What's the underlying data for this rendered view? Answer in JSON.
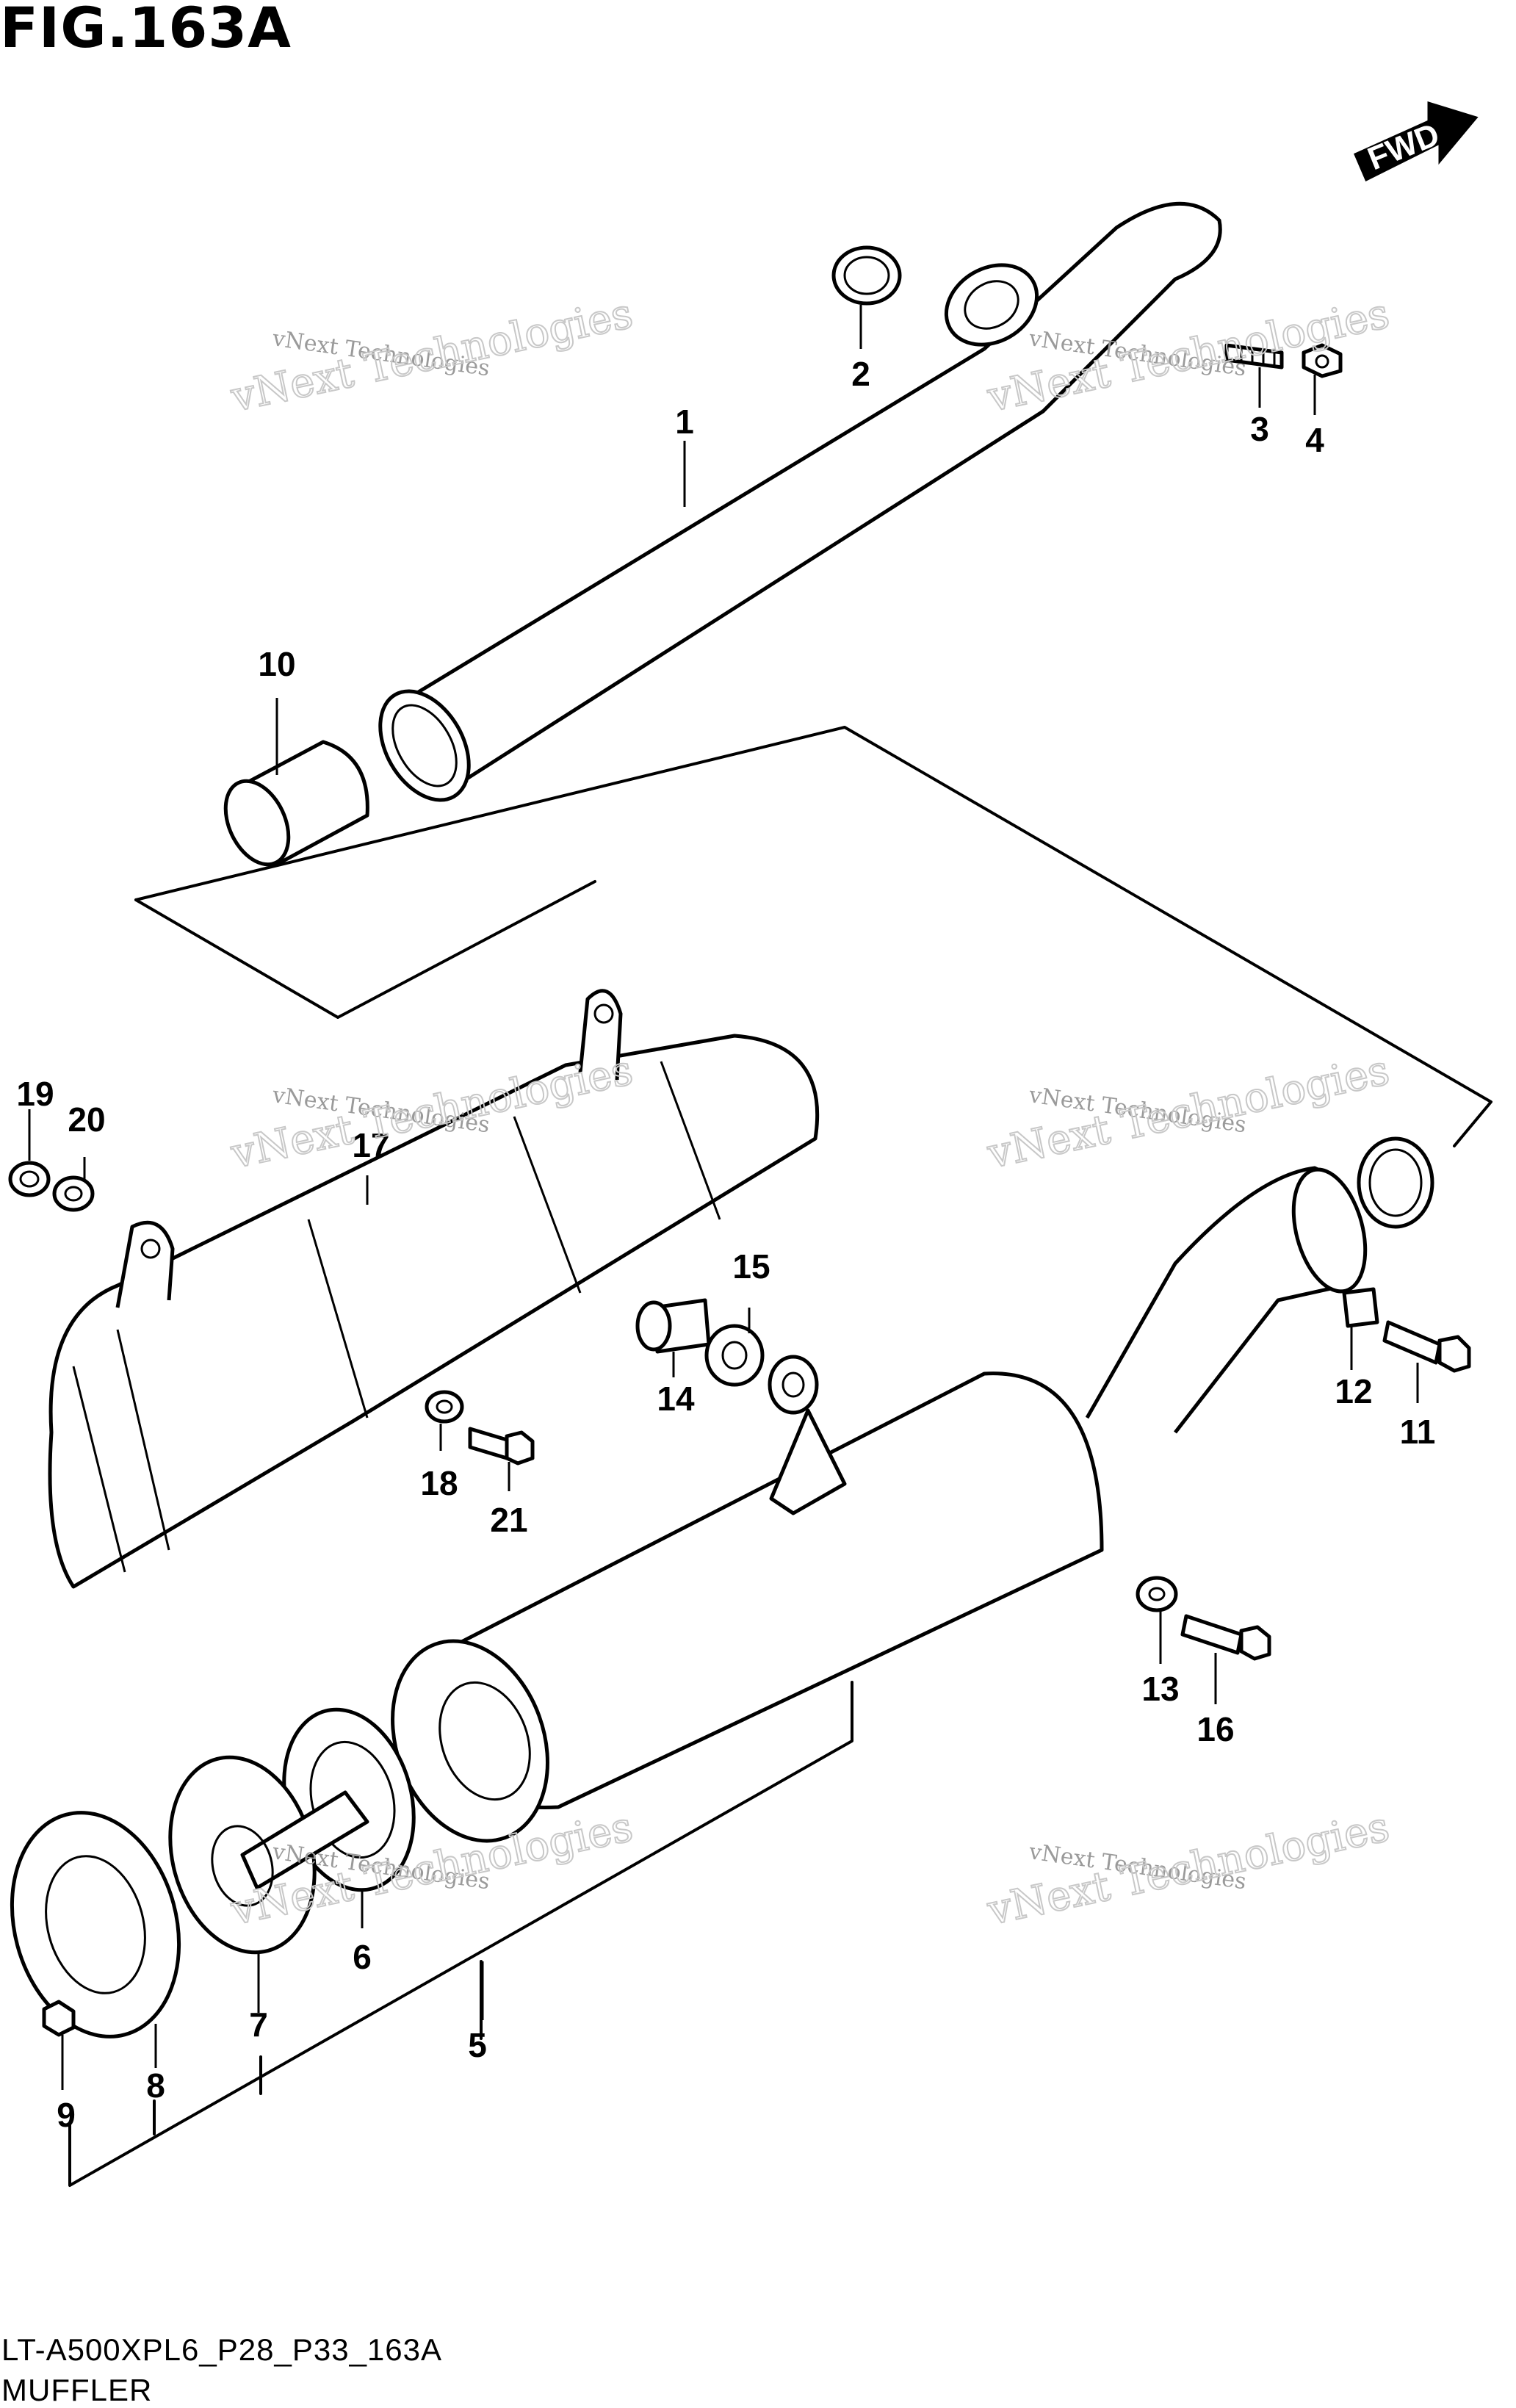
{
  "figure": {
    "title": "FIG.163A",
    "code": "LT-A500XPL6_P28_P33_163A",
    "name": "MUFFLER"
  },
  "direction": {
    "label": "FWD"
  },
  "watermark": {
    "line1": "vNext Technologies",
    "line2": "vNext Technologies"
  },
  "callouts": [
    "1",
    "2",
    "3",
    "4",
    "5",
    "6",
    "7",
    "8",
    "9",
    "10",
    "11",
    "12",
    "13",
    "14",
    "15",
    "16",
    "17",
    "18",
    "19",
    "20",
    "21"
  ]
}
